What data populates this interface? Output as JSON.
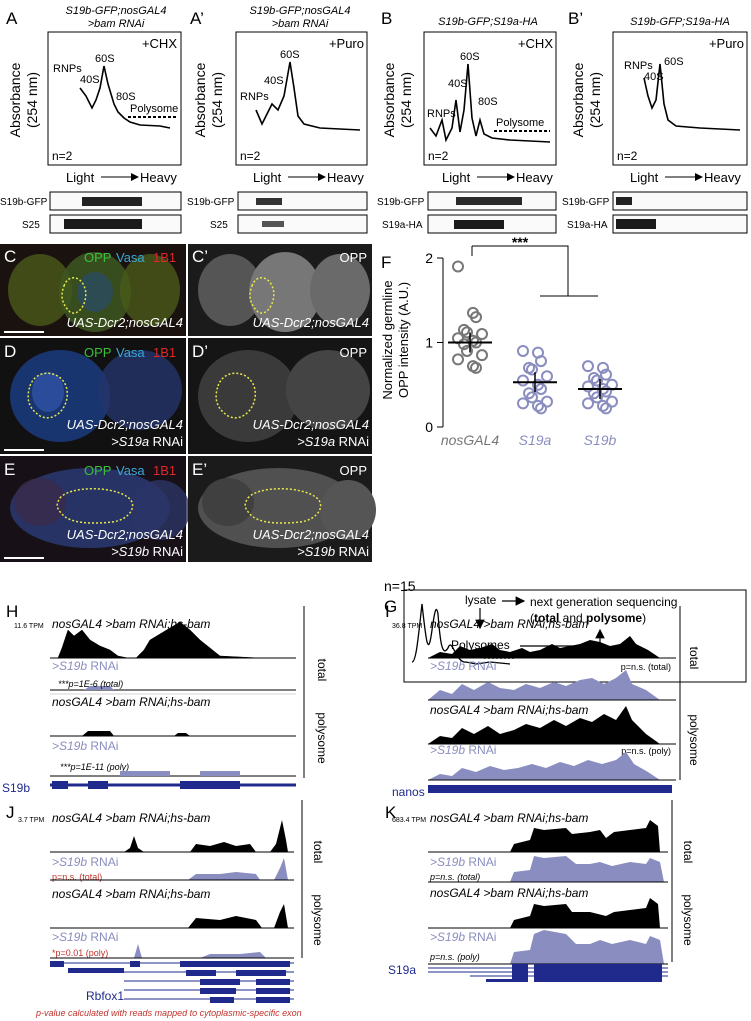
{
  "colors": {
    "black": "#000000",
    "lavender": "#8a8dbf",
    "navy": "#1f2a8c",
    "red": "#c0312b",
    "green": "#3bbf3b",
    "cyan": "#38a8d8",
    "redlabel": "#e02828",
    "yellow": "#e8e84a"
  },
  "panel_A": {
    "letter": "A",
    "title": "S19b-GFP;nosGAL4",
    "title2": ">bam RNAi",
    "treatment": "+CHX",
    "ylabel1": "Absorbance",
    "ylabel2": "(254 nm)",
    "peaks": [
      "RNPs",
      "40S",
      "60S",
      "80S",
      "Polysome"
    ],
    "n": "n=2",
    "xlabel_light": "Light",
    "xlabel_heavy": "Heavy",
    "blot1": "S19b-GFP",
    "blot2": "S25"
  },
  "panel_A2": {
    "letter": "A’",
    "title": "S19b-GFP;nosGAL4",
    "title2": ">bam RNAi",
    "treatment": "+Puro",
    "ylabel1": "Absorbance",
    "ylabel2": "(254 nm)",
    "peaks": [
      "RNPs",
      "40S",
      "60S"
    ],
    "n": "n=2",
    "xlabel_light": "Light",
    "xlabel_heavy": "Heavy",
    "blot1": "S19b-GFP",
    "blot2": "S25"
  },
  "panel_B": {
    "letter": "B",
    "title": "S19b-GFP;S19a-HA",
    "treatment": "+CHX",
    "ylabel1": "Absorbance",
    "ylabel2": "(254 nm)",
    "peaks": [
      "RNPs",
      "40S",
      "60S",
      "80S",
      "Polysome"
    ],
    "n": "n=2",
    "xlabel_light": "Light",
    "xlabel_heavy": "Heavy",
    "blot1": "S19b-GFP",
    "blot2": "S19a-HA"
  },
  "panel_B2": {
    "letter": "B’",
    "title": "S19b-GFP;S19a-HA",
    "treatment": "+Puro",
    "ylabel1": "Absorbance",
    "ylabel2": "(254 nm)",
    "peaks": [
      "RNPs",
      "40S",
      "60S"
    ],
    "n": "n=2",
    "xlabel_light": "Light",
    "xlabel_heavy": "Heavy",
    "blot1": "S19b-GFP",
    "blot2": "S19a-HA"
  },
  "panel_C": {
    "letter": "C",
    "opp": "OPP",
    "vasa": "Vasa",
    "b1": "1B1",
    "genotype": "UAS-Dcr2;nosGAL4"
  },
  "panel_C2": {
    "letter": "C’",
    "opp": "OPP",
    "genotype": "UAS-Dcr2;nosGAL4"
  },
  "panel_D": {
    "letter": "D",
    "opp": "OPP",
    "vasa": "Vasa",
    "b1": "1B1",
    "genotype": "UAS-Dcr2;nosGAL4",
    "rnai_gene": ">S19a",
    "rnai": " RNAi"
  },
  "panel_D2": {
    "letter": "D’",
    "opp": "OPP",
    "genotype": "UAS-Dcr2;nosGAL4",
    "rnai_gene": ">S19a",
    "rnai": " RNAi"
  },
  "panel_E": {
    "letter": "E",
    "opp": "OPP",
    "vasa": "Vasa",
    "b1": "1B1",
    "genotype": "UAS-Dcr2;nosGAL4",
    "rnai_gene": ">S19b",
    "rnai": " RNAi"
  },
  "panel_E2": {
    "letter": "E’",
    "opp": "OPP",
    "genotype": "UAS-Dcr2;nosGAL4",
    "rnai_gene": ">S19b",
    "rnai": " RNAi"
  },
  "panel_F": {
    "letter": "F",
    "significance": "***",
    "n": "n=15"
  },
  "chart_data": {
    "type": "scatter",
    "ylabel": "Normalized germline OPP intensity (A.U.)",
    "ylabel_line1": "Normalized germline",
    "ylabel_line2": "OPP intensity (A.U.)",
    "ylim": [
      0,
      2
    ],
    "yticks": [
      "0",
      "1",
      "2"
    ],
    "categories": [
      "nosGAL4",
      "S19a",
      "S19b"
    ],
    "series": [
      {
        "values": [
          1.9,
          1.35,
          1.3,
          1.15,
          1.12,
          1.1,
          1.05,
          1.02,
          1.0,
          0.98,
          0.9,
          0.85,
          0.8,
          0.72,
          0.7
        ],
        "mean": 1.0
      },
      {
        "values": [
          0.9,
          0.88,
          0.78,
          0.7,
          0.68,
          0.6,
          0.55,
          0.5,
          0.45,
          0.4,
          0.35,
          0.3,
          0.28,
          0.25,
          0.22
        ],
        "mean": 0.53
      },
      {
        "values": [
          0.72,
          0.7,
          0.62,
          0.58,
          0.55,
          0.5,
          0.48,
          0.45,
          0.42,
          0.4,
          0.35,
          0.3,
          0.28,
          0.25,
          0.22
        ],
        "mean": 0.45
      }
    ]
  },
  "panel_G": {
    "letter": "G",
    "lysate": "lysate",
    "polysomes": "Polysomes",
    "ngs": "next generation sequencing",
    "total": "total",
    "and": " and ",
    "polysome": "polysome",
    "open_paren": "(",
    "close_paren": ")"
  },
  "panel_H": {
    "letter": "H",
    "scale": "11.6 TPM",
    "track_ctrl_gene": "nosGAL4",
    "track_ctrl_rest": " >bam RNAi;hs-bam",
    "track_kd_gene": ">S19b",
    "track_kd_rest": " RNAi",
    "p_total": "***p=1E-6 (total)",
    "p_poly": "***p=1E-11 (poly)",
    "side_total": "total",
    "side_poly": "polysome",
    "gene": "S19b"
  },
  "panel_I": {
    "letter": "I",
    "scale": "36.8 TPM",
    "track_ctrl_gene": "nosGAL4",
    "track_ctrl_rest": " >bam RNAi;hs-bam",
    "track_kd_gene": ">S19b",
    "track_kd_rest": " RNAi",
    "p_total": "p=n.s. (total)",
    "p_poly": "p=n.s. (poly)",
    "side_total": "total",
    "side_poly": "polysome",
    "gene": "nanos"
  },
  "panel_J": {
    "letter": "J",
    "scale": "3.7 TPM",
    "track_ctrl_gene": "nosGAL4",
    "track_ctrl_rest": " >bam RNAi;hs-bam",
    "track_kd_gene": ">S19b",
    "track_kd_rest": " RNAi",
    "p_total": "p=n.s. (total)",
    "p_poly": "*p=0.01 (poly)",
    "side_total": "total",
    "side_poly": "polysome",
    "gene": "Rbfox1",
    "footnote": "p-value calculated with reads mapped to cytoplasmic-specific exon"
  },
  "panel_K": {
    "letter": "K",
    "scale": "683.4 TPM",
    "track_ctrl_gene": "nosGAL4",
    "track_ctrl_rest": " >bam RNAi;hs-bam",
    "track_kd_gene": ">S19b",
    "track_kd_rest": " RNAi",
    "p_total": "p=n.s. (total)",
    "p_poly": "p=n.s. (poly)",
    "side_total": "total",
    "side_poly": "polysome",
    "gene": "S19a"
  }
}
